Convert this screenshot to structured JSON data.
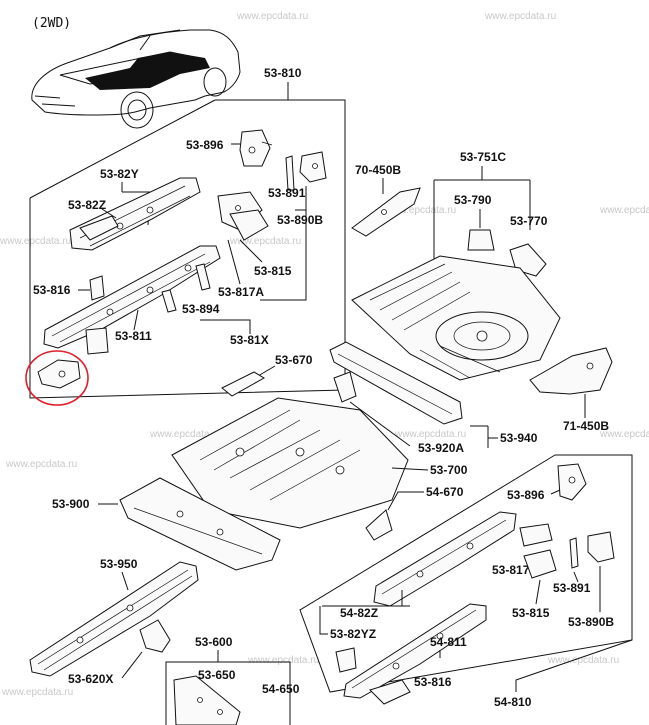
{
  "header": "(2WD)",
  "watermark": "www.epcdata.ru",
  "highlight_color": "#e0202c",
  "labels": {
    "l53_810": "53-810",
    "l53_896a": "53-896",
    "l53_82y": "53-82Y",
    "l53_891a": "53-891",
    "l53_82z": "53-82Z",
    "l53_890ba": "53-890B",
    "l53_815a": "53-815",
    "l53_816": "53-816",
    "l53_817aa": "53-817A",
    "l53_894": "53-894",
    "l53_811": "53-811",
    "l53_81x": "53-81X",
    "l70_450b": "70-450B",
    "l53_751c": "53-751C",
    "l53_790": "53-790",
    "l53_770": "53-770",
    "l53_670": "53-670",
    "l71_450b": "71-450B",
    "l53_920a": "53-920A",
    "l53_940": "53-940",
    "l53_700": "53-700",
    "l54_670": "54-670",
    "l53_900": "53-900",
    "l53_896b": "53-896",
    "l53_817ab": "53-817A",
    "l53_891b": "53-891",
    "l53_815b": "53-815",
    "l53_890bb": "53-890B",
    "l53_950": "53-950",
    "l54_82z": "54-82Z",
    "l53_82yz": "53-82YZ",
    "l54_811": "54-811",
    "l53_620x": "53-620X",
    "l53_600": "53-600",
    "l53_650": "53-650",
    "l54_650": "54-650",
    "l53_816b": "53-816",
    "l54_810": "54-810"
  }
}
